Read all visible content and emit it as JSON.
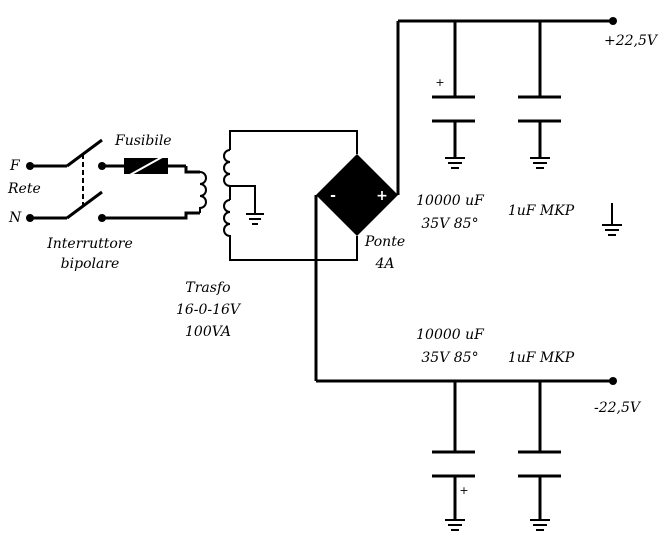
{
  "labels": {
    "fuse": "Fusibile",
    "phase": "F",
    "mains": "Rete",
    "neutral": "N",
    "switch_line1": "Interruttore",
    "switch_line2": "bipolare",
    "transformer_line1": "Trasfo",
    "transformer_line2": "16-0-16V",
    "transformer_line3": "100VA",
    "bridge_line1": "Ponte",
    "bridge_line2": "4A",
    "bridge_minus": "-",
    "bridge_plus": "+",
    "pos_output": "+22,5V",
    "neg_output": "-22,5V",
    "cap_pos_line1": "10000 uF",
    "cap_pos_line2": "35V 85°",
    "cap_pos_film": "1uF MKP",
    "cap_neg_line1": "10000 uF",
    "cap_neg_line2": "35V 85°",
    "cap_neg_film": "1uF MKP",
    "polarity_pos_cap": "+",
    "polarity_neg_cap": "+"
  },
  "colors": {
    "wire": "#000000",
    "background": "#ffffff"
  }
}
